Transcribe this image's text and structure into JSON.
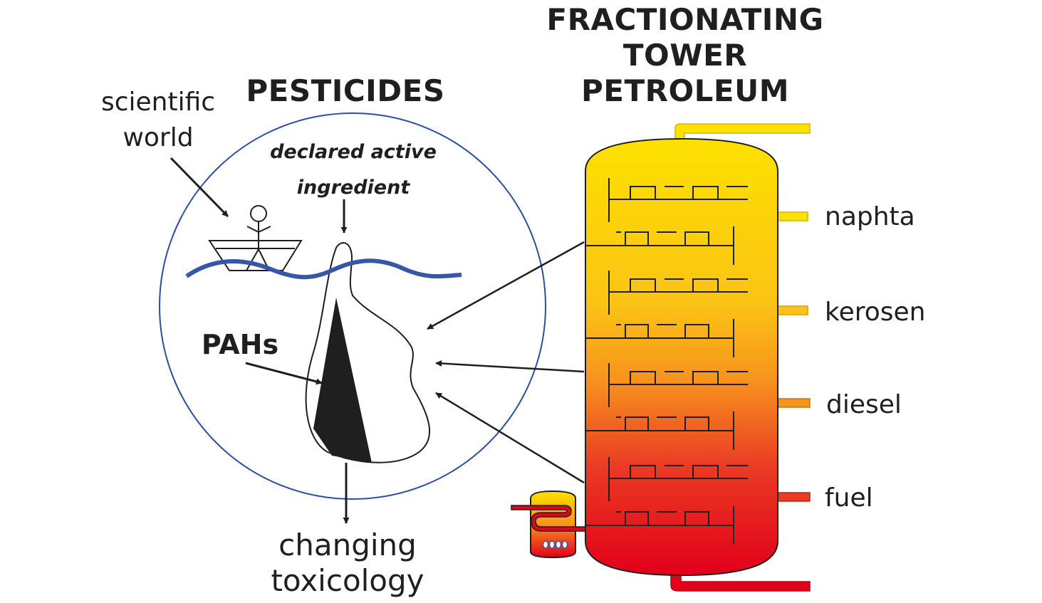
{
  "titles": {
    "pesticides": "PESTICIDES",
    "tower_line1": "FRACTIONATING",
    "tower_line2": "TOWER",
    "tower_line3": "PETROLEUM"
  },
  "labels": {
    "scientific_line1": "scientific",
    "scientific_line2": "world",
    "declared_line1": "declared active",
    "declared_line2": "ingredient",
    "pahs": "PAHs",
    "changing_line1": "changing",
    "changing_line2": "toxicology"
  },
  "outputs": [
    "naphta",
    "kerosen",
    "diesel",
    "fuel"
  ],
  "colors": {
    "circle": "#2b4f9a",
    "water": "#3557a6",
    "tower_top": "#fde100",
    "tower_mid": "#f7941e",
    "tower_bottom": "#e2001a",
    "ink": "#1f1f1f"
  }
}
